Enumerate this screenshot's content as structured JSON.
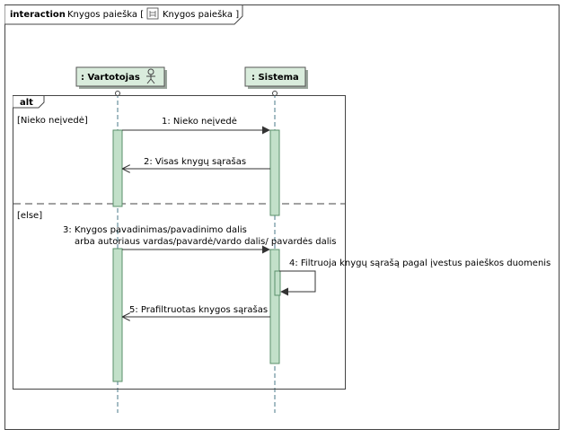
{
  "frame": {
    "keyword": "interaction",
    "name": "Knygos paieška [",
    "ref_name": "Knygos paieška ]"
  },
  "lifelines": [
    {
      "label": ": Vartotojas",
      "is_actor": true
    },
    {
      "label": ": Sistema",
      "is_actor": false
    }
  ],
  "fragment": {
    "operator": "alt",
    "guard_1": "[Nieko neįvedė]",
    "guard_2": "[else]"
  },
  "messages": [
    {
      "text": "1: Nieko neįvedė",
      "kind": "call"
    },
    {
      "text": "2: Visas knygų sąrašas",
      "kind": "reply"
    },
    {
      "line1": "3: Knygos pavadinimas/pavadinimo dalis",
      "line2": "arba autoriaus vardas/pavardė/vardo dalis/ pavardės dalis",
      "kind": "call"
    },
    {
      "text": "4: Filtruoja knygų sąrašą pagal įvestus paieškos duomenis",
      "kind": "self"
    },
    {
      "text": "5: Prafiltruotas knygos sąrašas",
      "kind": "reply"
    }
  ],
  "colors": {
    "lifeline_fill": "#d9ecdc",
    "activation_fill": "#c2e0c9",
    "activation_stroke": "#5a8f6a",
    "line": "#333333",
    "lifeline_dash": "#4a7a8a"
  }
}
